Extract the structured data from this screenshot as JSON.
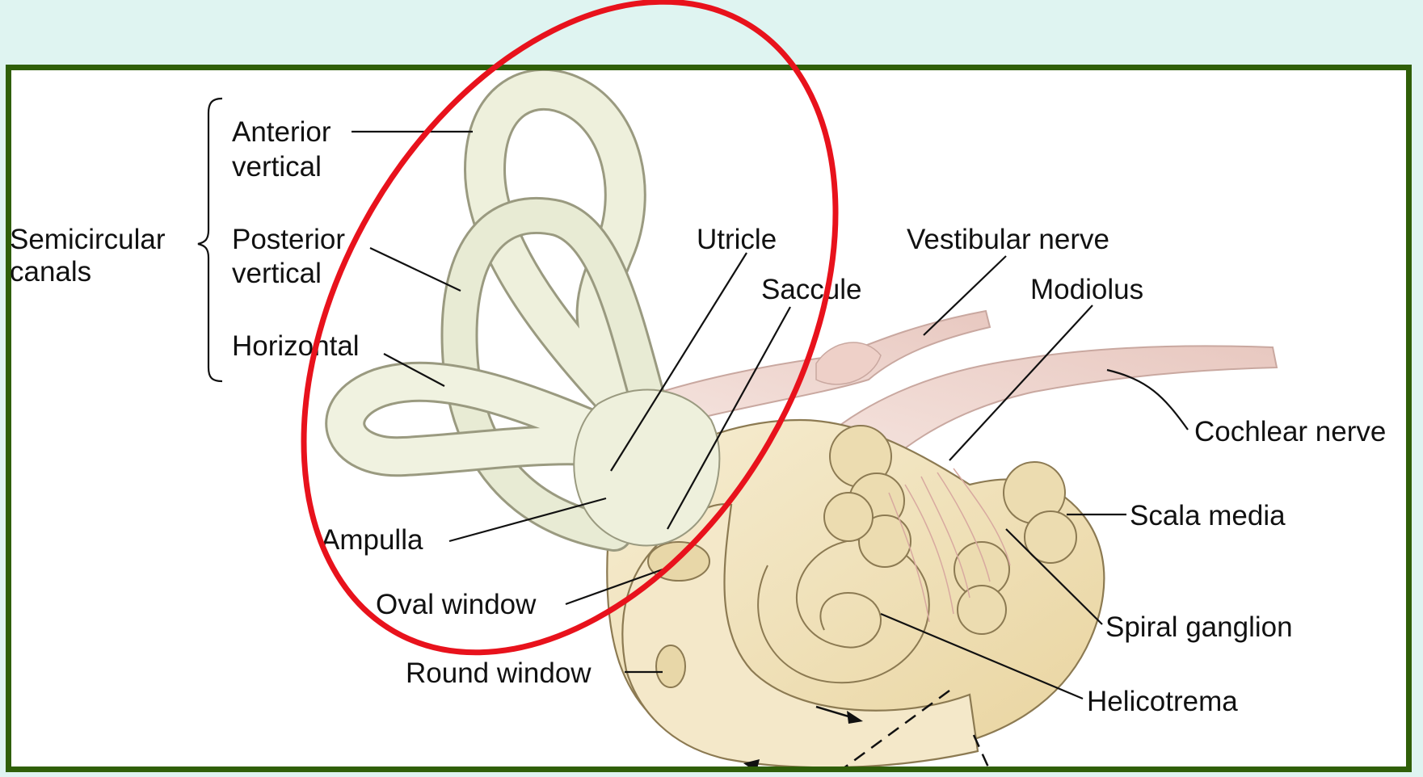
{
  "group_label": {
    "line1": "Semicircular",
    "line2": "canals"
  },
  "labels": {
    "anterior_vertical_1": "Anterior",
    "anterior_vertical_2": "vertical",
    "posterior_vertical_1": "Posterior",
    "posterior_vertical_2": "vertical",
    "horizontal": "Horizontal",
    "utricle": "Utricle",
    "saccule": "Saccule",
    "vestibular_nerve": "Vestibular nerve",
    "modiolus": "Modiolus",
    "cochlear_nerve": "Cochlear nerve",
    "scala_media": "Scala media",
    "ampulla": "Ampulla",
    "oval_window": "Oval window",
    "spiral_ganglion": "Spiral ganglion",
    "round_window": "Round window",
    "helicotrema": "Helicotrema"
  },
  "colors": {
    "background": "#dff4f1",
    "frame_border": "#2f5f08",
    "highlight_ellipse": "#e8121c",
    "canal_fill": "#ecefd8",
    "cochlea_fill": "#f1e3bf",
    "nerve_fill": "#f0d5cf"
  }
}
